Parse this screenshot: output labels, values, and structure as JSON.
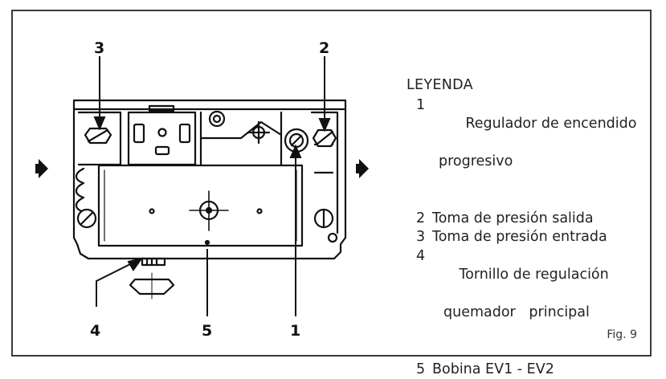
{
  "callouts": {
    "c1": "1",
    "c2": "2",
    "c3": "3",
    "c4": "4",
    "c5": "5"
  },
  "legend": {
    "title": "LEYENDA",
    "items": [
      {
        "num": "1",
        "line1": "Regulador de encendido",
        "line2": "progresivo"
      },
      {
        "num": "2",
        "line1": "Toma de presión salida",
        "line2": ""
      },
      {
        "num": "3",
        "line1": "Toma de presión entrada",
        "line2": ""
      },
      {
        "num": "4",
        "line1": "Tornillo de regulación",
        "line2": "quemador   principal"
      },
      {
        "num": "5",
        "line1": "Bobina EV1 - EV2",
        "line2": ""
      }
    ]
  },
  "figure_label": "Fig. 9"
}
